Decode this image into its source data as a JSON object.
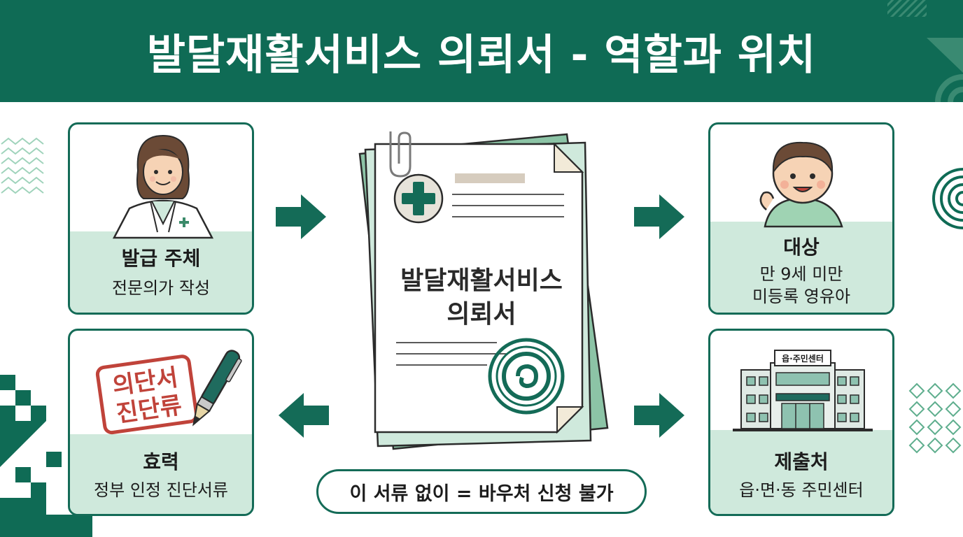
{
  "header": {
    "title": "발달재활서비스 의뢰서 - 역할과 위치"
  },
  "cards": {
    "issuer": {
      "heading": "발급 주체",
      "text": "전문의가 작성"
    },
    "target": {
      "heading": "대상",
      "line1": "만 9세 미만",
      "line2": "미등록 영유아"
    },
    "validity": {
      "heading": "효력",
      "text": "정부 인정 진단서류",
      "stamp_line1": "의단서",
      "stamp_line2": "진단류"
    },
    "submit": {
      "heading": "제출처",
      "text": "읍·면·동 주민센터",
      "building_sign": "읍·주민센터"
    }
  },
  "document": {
    "title_line1": "발달재활서비스",
    "title_line2": "의뢰서"
  },
  "footer_note": "이 서류 없이 = 바우처 신청 불가",
  "colors": {
    "primary": "#0f6b55",
    "light": "#cfe9dc",
    "doc_back": "#8cc4a6",
    "stamp": "#c0433a"
  },
  "icons": [
    "doctor-icon",
    "child-icon",
    "stamp-icon",
    "pen-icon",
    "building-icon",
    "medical-cross-icon",
    "seal-icon",
    "paperclip-icon",
    "arrow-icon"
  ]
}
